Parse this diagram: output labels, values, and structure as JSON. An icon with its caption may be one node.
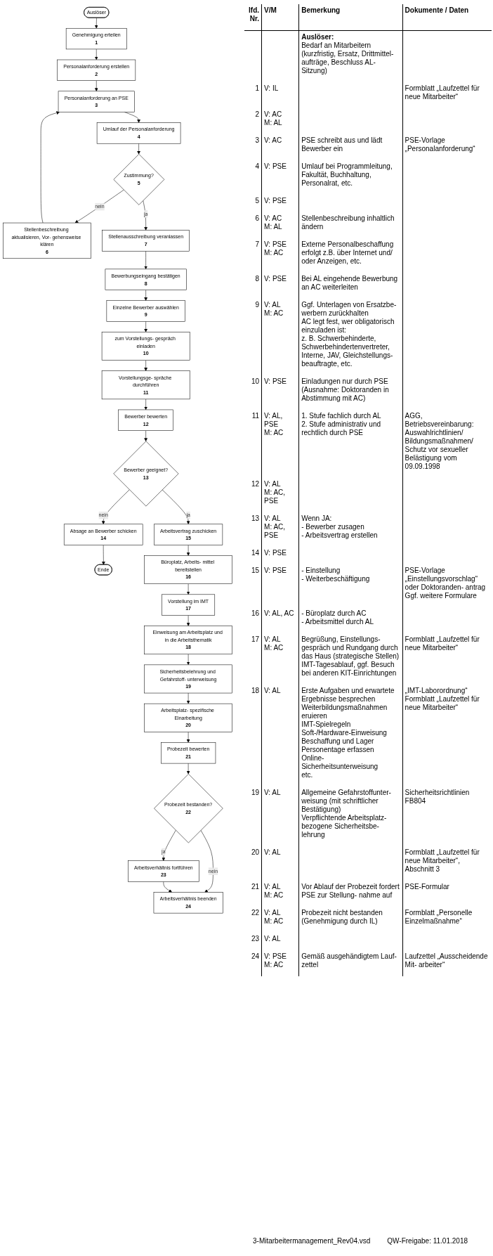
{
  "diagram": {
    "nodes": [
      {
        "text": [
          "Auslöser"
        ]
      },
      {
        "text": [
          "Genehmigung erteilen",
          "1"
        ]
      },
      {
        "text": [
          "Personalanforderung erstellen",
          "2"
        ]
      },
      {
        "text": [
          "Personalanforderung an PSE",
          "3"
        ]
      },
      {
        "text": [
          "Umlauf der Personalanforderung",
          "4"
        ]
      },
      {
        "text": [
          "Zustimmung?",
          "5"
        ]
      },
      {
        "text": [
          "Stellenbeschreibung aktualisieren, Vor- gehensweise klären",
          "6"
        ]
      },
      {
        "text": [
          "Stellenausschreibung veranlassen",
          "7"
        ]
      },
      {
        "text": [
          "Bewerbungseingang bestätigen",
          "8"
        ]
      },
      {
        "text": [
          "Einzelne Bewerber auswählen",
          "9"
        ]
      },
      {
        "text": [
          "zum Vorstellungs- gespräch einladen",
          "10"
        ]
      },
      {
        "text": [
          "Vorstellungsge- spräche durchführen",
          "11"
        ]
      },
      {
        "text": [
          "Bewerber bewerten",
          "12"
        ]
      },
      {
        "text": [
          "Bewerber geeignet?",
          "13"
        ]
      },
      {
        "text": [
          "Absage an Bewerber schicken",
          "14"
        ]
      },
      {
        "text": [
          "Ende"
        ]
      },
      {
        "text": [
          "Arbeitsvertrag zuschicken",
          "15"
        ]
      },
      {
        "text": [
          "Büroplatz, Arbeits- mittel bereitstellen",
          "16"
        ]
      },
      {
        "text": [
          "Vorstellung im IMT",
          "17"
        ]
      },
      {
        "text": [
          "Einweisung am Arbeitsplatz und in die Arbeitsthematik",
          "18"
        ]
      },
      {
        "text": [
          "Sicherheitsbelehrung und Gefahrstoff- unterweisung",
          "19"
        ]
      },
      {
        "text": [
          "Arbeitsplatz- spezifische Einarbeitung",
          "20"
        ]
      },
      {
        "text": [
          "Probezeit bewerten",
          "21"
        ]
      },
      {
        "text": [
          "Probezeit bestanden?",
          "22"
        ]
      },
      {
        "text": [
          "Arbeitsverhältnis fortführen",
          "23"
        ]
      },
      {
        "text": [
          "Arbeitsverhältnis beenden",
          "24"
        ]
      }
    ],
    "edges": [
      {
        "from": 0,
        "to": 1,
        "arrow": "to"
      },
      {
        "from": 1,
        "to": 2,
        "arrow": "to"
      },
      {
        "from": 2,
        "to": 3,
        "arrow": "to"
      },
      {
        "from": 3,
        "to": 4,
        "arrow": "to"
      },
      {
        "from": 4,
        "to": 5,
        "arrow": "to"
      },
      {
        "from": 5,
        "to": 6,
        "arrow": "to",
        "label": "nein"
      },
      {
        "from": 6,
        "to": 3,
        "arrow": "to"
      },
      {
        "from": 5,
        "to": 7,
        "arrow": "to",
        "label": "ja"
      },
      {
        "from": 7,
        "to": 8,
        "arrow": "to"
      },
      {
        "from": 8,
        "to": 9,
        "arrow": "to"
      },
      {
        "from": 9,
        "to": 10,
        "arrow": "to"
      },
      {
        "from": 10,
        "to": 11,
        "arrow": "to"
      },
      {
        "from": 11,
        "to": 12,
        "arrow": "to"
      },
      {
        "from": 12,
        "to": 13,
        "arrow": "to"
      },
      {
        "from": 13,
        "to": 14,
        "arrow": "to",
        "label": "nein"
      },
      {
        "from": 14,
        "to": 15,
        "arrow": "to"
      },
      {
        "from": 13,
        "to": 16,
        "arrow": "to",
        "label": "ja"
      },
      {
        "from": 16,
        "to": 17,
        "arrow": "to"
      },
      {
        "from": 17,
        "to": 18,
        "arrow": "to"
      },
      {
        "from": 18,
        "to": 19,
        "arrow": "to"
      },
      {
        "from": 19,
        "to": 20,
        "arrow": "to"
      },
      {
        "from": 20,
        "to": 21,
        "arrow": "to"
      },
      {
        "from": 21,
        "to": 22,
        "arrow": "to"
      },
      {
        "from": 22,
        "to": 23,
        "arrow": "to"
      },
      {
        "from": 23,
        "to": 24,
        "arrow": "to",
        "label": "ja"
      },
      {
        "from": 23,
        "to": 25,
        "arrow": "to",
        "label": "nein"
      },
      {
        "from": 24,
        "to": 25,
        "arrow": "to"
      }
    ],
    "labels": [
      "lfd. Nr.",
      "V/M",
      "Bemerkung",
      "Dokumente / Daten",
      "Auslöser:",
      "Bedarf an Mitarbeitern (kurzfristig, Ersatz, Drittmittel- aufträge, Beschluss AL- Sitzung)",
      "1",
      "V: IL",
      "Formblatt „Laufzettel für neue Mitarbeiter“",
      "2",
      "V: AC",
      "M: AL",
      "3",
      "V: AC",
      "PSE schreibt aus und lädt Bewerber ein",
      "PSE-Vorlage „Personalanforderung“",
      "4",
      "V: PSE",
      "Umlauf bei Programmleitung, Fakultät, Buchhaltung, Personalrat, etc.",
      "5",
      "V: PSE",
      "6",
      "V: AC",
      "M: AL",
      "Stellenbeschreibung inhaltlich ändern",
      "7",
      "V: PSE",
      "M: AC",
      "Externe Personalbeschaffung erfolgt z.B. über Internet und/ oder Anzeigen, etc.",
      "8",
      "V: PSE",
      "Bei AL eingehende Bewerbung an AC weiterleiten",
      "9",
      "V: AL",
      "M: AC",
      "Ggf. Unterlagen von Ersatzbe- werbern zurückhalten",
      "AC legt fest, wer obligatorisch einzuladen ist:",
      "z. B. Schwerbehinderte, Schwerbehindertenvertreter, Interne, JAV, Gleichstellungs- beauftragte, etc.",
      "10",
      "V: PSE",
      "Einladungen nur durch PSE (Ausnahme: Doktoranden in Abstimmung mit AC)",
      "11",
      "V: AL, PSE",
      "M: AC",
      "1. Stufe fachlich durch AL",
      "2. Stufe administrativ und rechtlich durch PSE",
      "AGG, Betriebsvereinbarung: Auswahlrichtlinien/ Bildungsmaßnahmen/ Schutz vor sexueller Belästigung vom 09.09.1998",
      "12",
      "V: AL",
      "M: AC, PSE",
      "13",
      "V: AL",
      "M: AC, PSE",
      "Wenn JA:",
      "- Bewerber zusagen",
      "- Arbeitsvertrag erstellen",
      "14",
      "V: PSE",
      "15",
      "V: PSE",
      "- Einstellung",
      "- Weiterbeschäftigung",
      "PSE-Vorlage „Einstellungsvorschlag“ oder Doktoranden- antrag",
      "Ggf. weitere Formulare",
      "16",
      "V: AL, AC",
      "- Büroplatz durch AC",
      "- Arbeitsmittel durch AL",
      "17",
      "V: AL",
      "M: AC",
      "Begrüßung, Einstellungs- gespräch und Rundgang durch das Haus (strategische Stellen)",
      "IMT-Tagesablauf, ggf. Besuch bei anderen KIT-Einrichtungen",
      "Formblatt „Laufzettel für neue Mitarbeiter“",
      "18",
      "V: AL",
      "Erste Aufgaben und erwartete Ergebnisse besprechen",
      "Weiterbildungsmaßnahmen eruieren",
      "IMT-Spielregeln",
      "Soft-/Hardware-Einweisung",
      "Beschaffung und Lager",
      "Personentage erfassen",
      "Online- Sicherheitsunterweisung",
      "etc.",
      "„IMT-Laborordnung“",
      "Formblatt „Laufzettel für neue Mitarbeiter“",
      "19",
      "V: AL",
      "Allgemeine Gefahrstoffunter- weisung (mit schriftlicher Bestätigung)",
      "Verpflichtende Arbeitsplatz- bezogene Sicherheitsbe- lehrung",
      "Sicherheitsrichtlinien FB804",
      "20",
      "V: AL",
      "Formblatt „Laufzettel für neue Mitarbeiter“, Abschnitt 3",
      "21",
      "V: AL",
      "M: AC",
      "Vor Ablauf der Probezeit fordert PSE zur Stellung- nahme auf",
      "PSE-Formular",
      "22",
      "V: AL",
      "M: AC",
      "Probezeit nicht bestanden (Genehmigung durch IL)",
      "Formblatt „Personelle Einzelmaßnahme“",
      "23",
      "V: AL",
      "24",
      "V: PSE",
      "M: AC",
      "Gemäß ausgehändigtem Lauf- zettel",
      "Laufzettel „Ausscheidende Mit- arbeiter“",
      "3-Mitarbeitermanagement_Rev04.vsd",
      "QW-Freigabe: 11.01.2018"
    ]
  }
}
